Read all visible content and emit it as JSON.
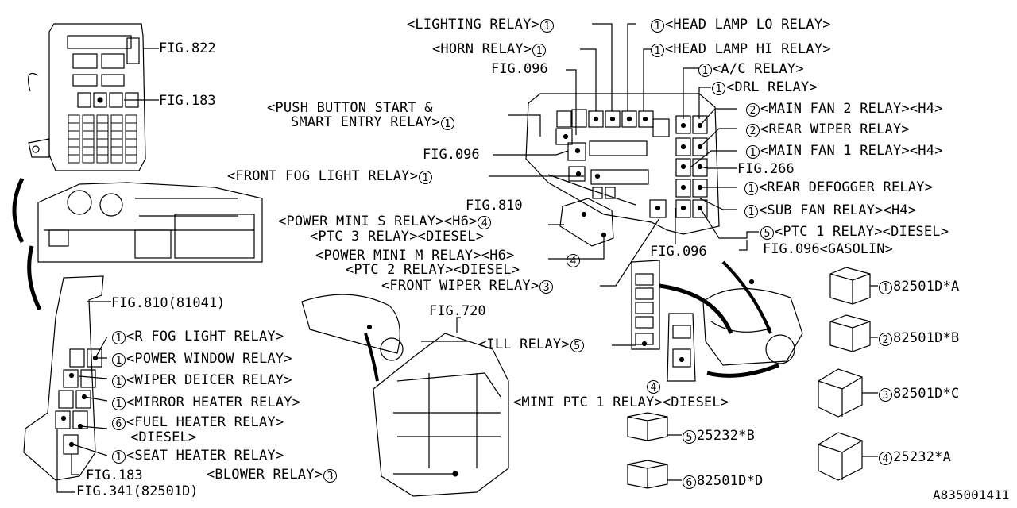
{
  "code": "A835001411",
  "labels": {
    "lighting": "<LIGHTING RELAY>",
    "headlo": "<HEAD LAMP LO RELAY>",
    "horn": "<HORN RELAY>",
    "headhi": "<HEAD LAMP HI RELAY>",
    "ac": "<A/C RELAY>",
    "drl": "<DRL RELAY>",
    "pushbtn1": "<PUSH BUTTON START &",
    "pushbtn2": "SMART ENTRY RELAY>",
    "mainfan2": "<MAIN FAN 2 RELAY><H4>",
    "rearwiper": "<REAR WIPER RELAY>",
    "mainfan1": "<MAIN FAN 1 RELAY><H4>",
    "frontfog": "<FRONT FOG LIGHT RELAY>",
    "reardefog": "<REAR DEFOGGER RELAY>",
    "subfan": "<SUB FAN RELAY><H4>",
    "powermini_s": "<POWER MINI S RELAY><H6>",
    "ptc3": "<PTC 3 RELAY><DIESEL>",
    "ptc1": "<PTC 1 RELAY><DIESEL>",
    "powermini_m": "<POWER MINI M RELAY><H6>",
    "ptc2": "<PTC 2 RELAY><DIESEL>",
    "frontwiper": "<FRONT WIPER RELAY>",
    "ill": "<ILL RELAY>",
    "minipt1": "<MINI PTC 1 RELAY><DIESEL>",
    "blower": "<BLOWER  RELAY>",
    "rfog": "<R FOG LIGHT RELAY>",
    "powerwin": "<POWER WINDOW RELAY>",
    "wiperdeicer": "<WIPER DEICER RELAY>",
    "mirrorheat": "<MIRROR HEATER RELAY>",
    "fuelheat1": "<FUEL HEATER RELAY>",
    "fuelheat2": "<DIESEL>",
    "seatheat": "<SEAT HEATER RELAY>"
  },
  "figs": {
    "f822": "FIG.822",
    "f183a": "FIG.183",
    "f096a": "FIG.096",
    "f096b": "FIG.096",
    "f266": "FIG.266",
    "f810": "FIG.810",
    "f096c": "FIG.096",
    "f096gas": "FIG.096<GASOLIN>",
    "f810b": "FIG.810(81041)",
    "f720": "FIG.720",
    "f183b": "FIG.183",
    "f341": "FIG.341(82501D)"
  },
  "parts": {
    "p1": "82501D*A",
    "p2": "82501D*B",
    "p3": "82501D*C",
    "p4": "25232*A",
    "p5": "25232*B",
    "p6": "82501D*D"
  },
  "nums": [
    "1",
    "2",
    "3",
    "4",
    "5",
    "6"
  ]
}
